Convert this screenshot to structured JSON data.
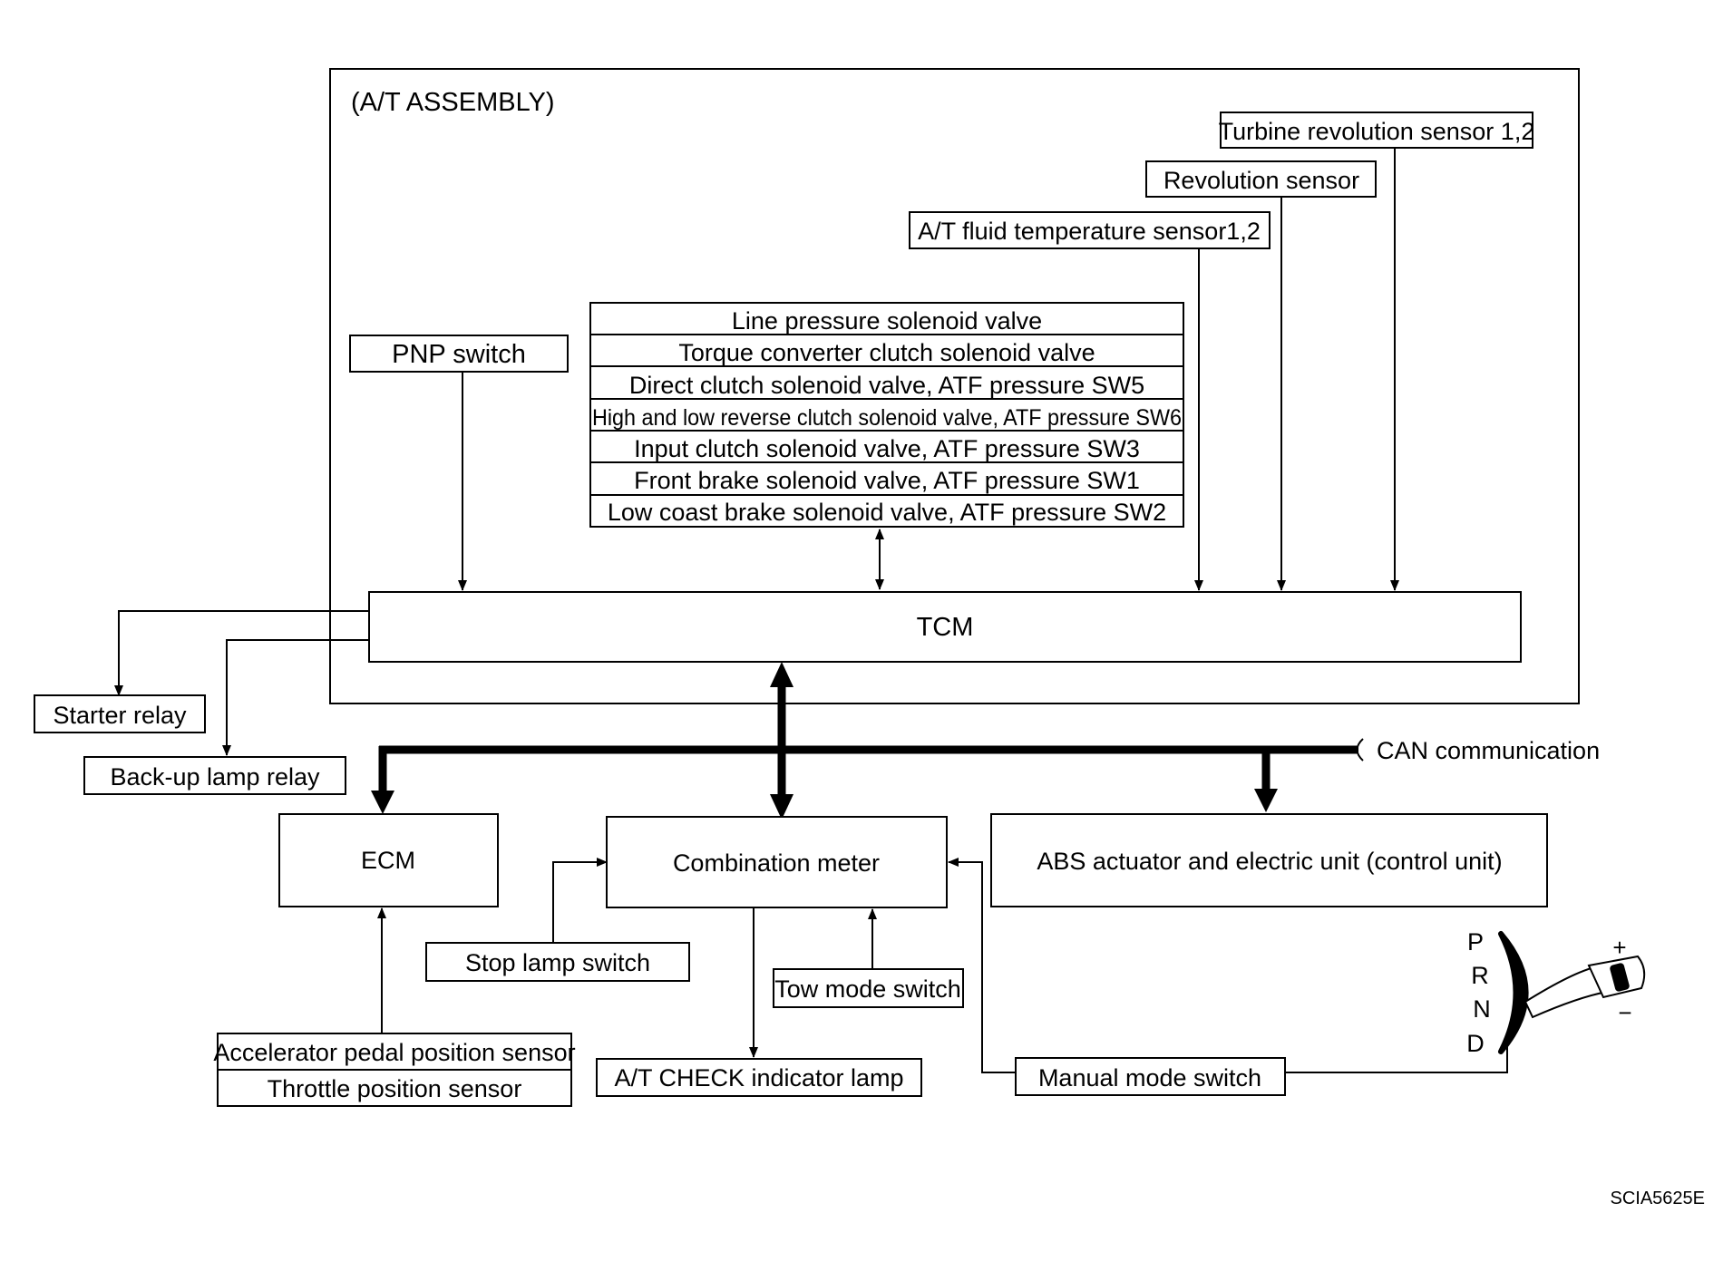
{
  "assembly": {
    "title": "(A/T ASSEMBLY)"
  },
  "sensors": {
    "turbine": "Turbine revolution sensor 1,2",
    "revolution": "Revolution sensor",
    "fluid_temp": "A/T fluid temperature sensor1,2"
  },
  "pnp_switch": "PNP switch",
  "solenoids": [
    "Line pressure solenoid valve",
    "Torque converter clutch solenoid valve",
    "Direct clutch solenoid valve, ATF pressure SW5",
    "High and low reverse clutch solenoid valve, ATF pressure SW6",
    "Input clutch solenoid valve, ATF pressure SW3",
    "Front brake solenoid valve, ATF pressure SW1",
    "Low coast brake solenoid valve, ATF pressure SW2"
  ],
  "tcm": "TCM",
  "starter_relay": "Starter relay",
  "backup_lamp_relay": "Back-up lamp relay",
  "can_label": "CAN communication",
  "ecm": "ECM",
  "combination_meter": "Combination meter",
  "abs_unit": "ABS actuator and electric unit (control unit)",
  "stop_lamp_switch": "Stop lamp switch",
  "tow_mode_switch": "Tow mode switch",
  "accel_sensor": "Accelerator pedal position sensor",
  "throttle_sensor": "Throttle position sensor",
  "check_lamp": "A/T CHECK indicator lamp",
  "manual_mode_switch": "Manual mode switch",
  "shifter": {
    "positions": [
      "P",
      "R",
      "N",
      "D"
    ],
    "plus": "+",
    "minus": "−"
  },
  "figure_code": "SCIA5625E"
}
